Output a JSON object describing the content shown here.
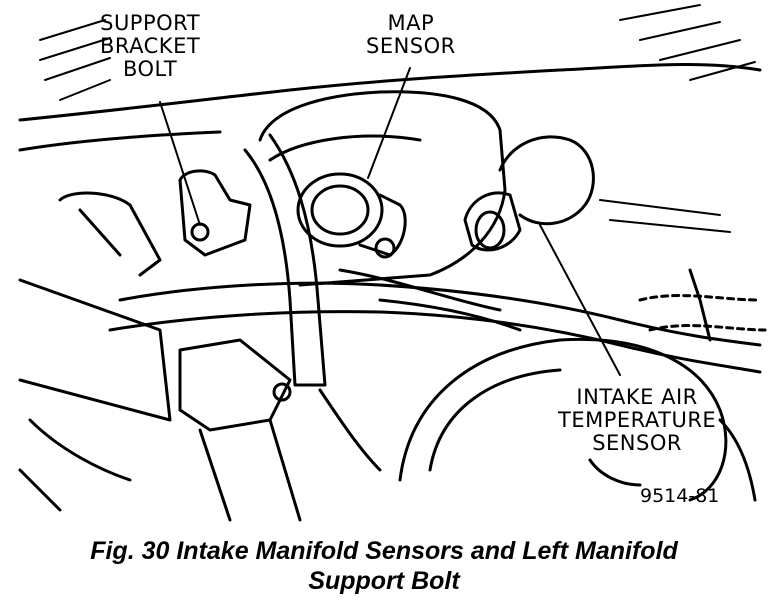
{
  "labels": {
    "support_bracket_bolt": [
      "SUPPORT",
      "BRACKET",
      "BOLT"
    ],
    "map_sensor": [
      "MAP",
      "SENSOR"
    ],
    "intake_air_temperature_sensor": [
      "INTAKE AIR",
      "TEMPERATURE",
      "SENSOR"
    ]
  },
  "figure_number": "9514-81",
  "caption": [
    "Fig. 30 Intake Manifold Sensors and Left Manifold",
    "Support Bolt"
  ]
}
